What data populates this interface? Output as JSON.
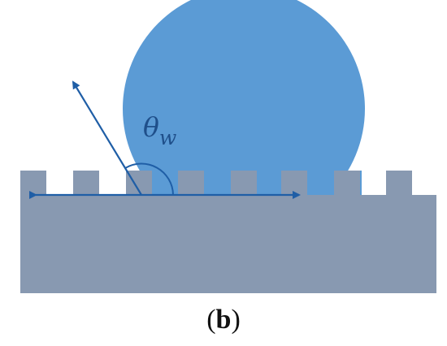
{
  "figure": {
    "angle_symbol": "θ",
    "angle_subscript": "w",
    "caption_open": "(",
    "caption_letter": "b",
    "caption_close": ")"
  },
  "colors": {
    "substrate": "#8899b1",
    "droplet": "#5b9bd5",
    "arrow": "#1f5ea6",
    "label": "#1f4f8a",
    "caption": "#111111"
  }
}
